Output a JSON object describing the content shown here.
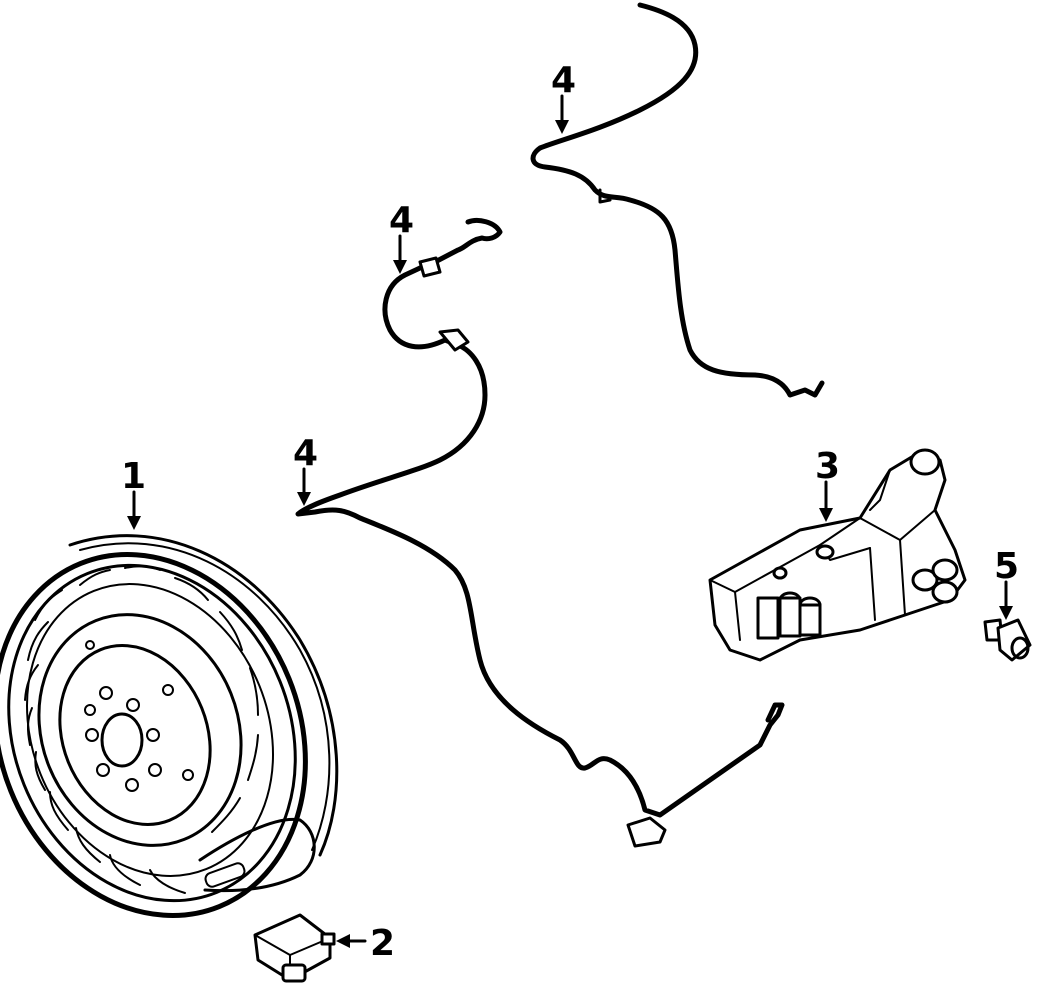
{
  "colors": {
    "line": "#000000",
    "background": "#ffffff"
  },
  "callouts": {
    "c1": "1",
    "c2": "2",
    "c3": "3",
    "c4a": "4",
    "c4b": "4",
    "c4c": "4",
    "c5": "5"
  }
}
